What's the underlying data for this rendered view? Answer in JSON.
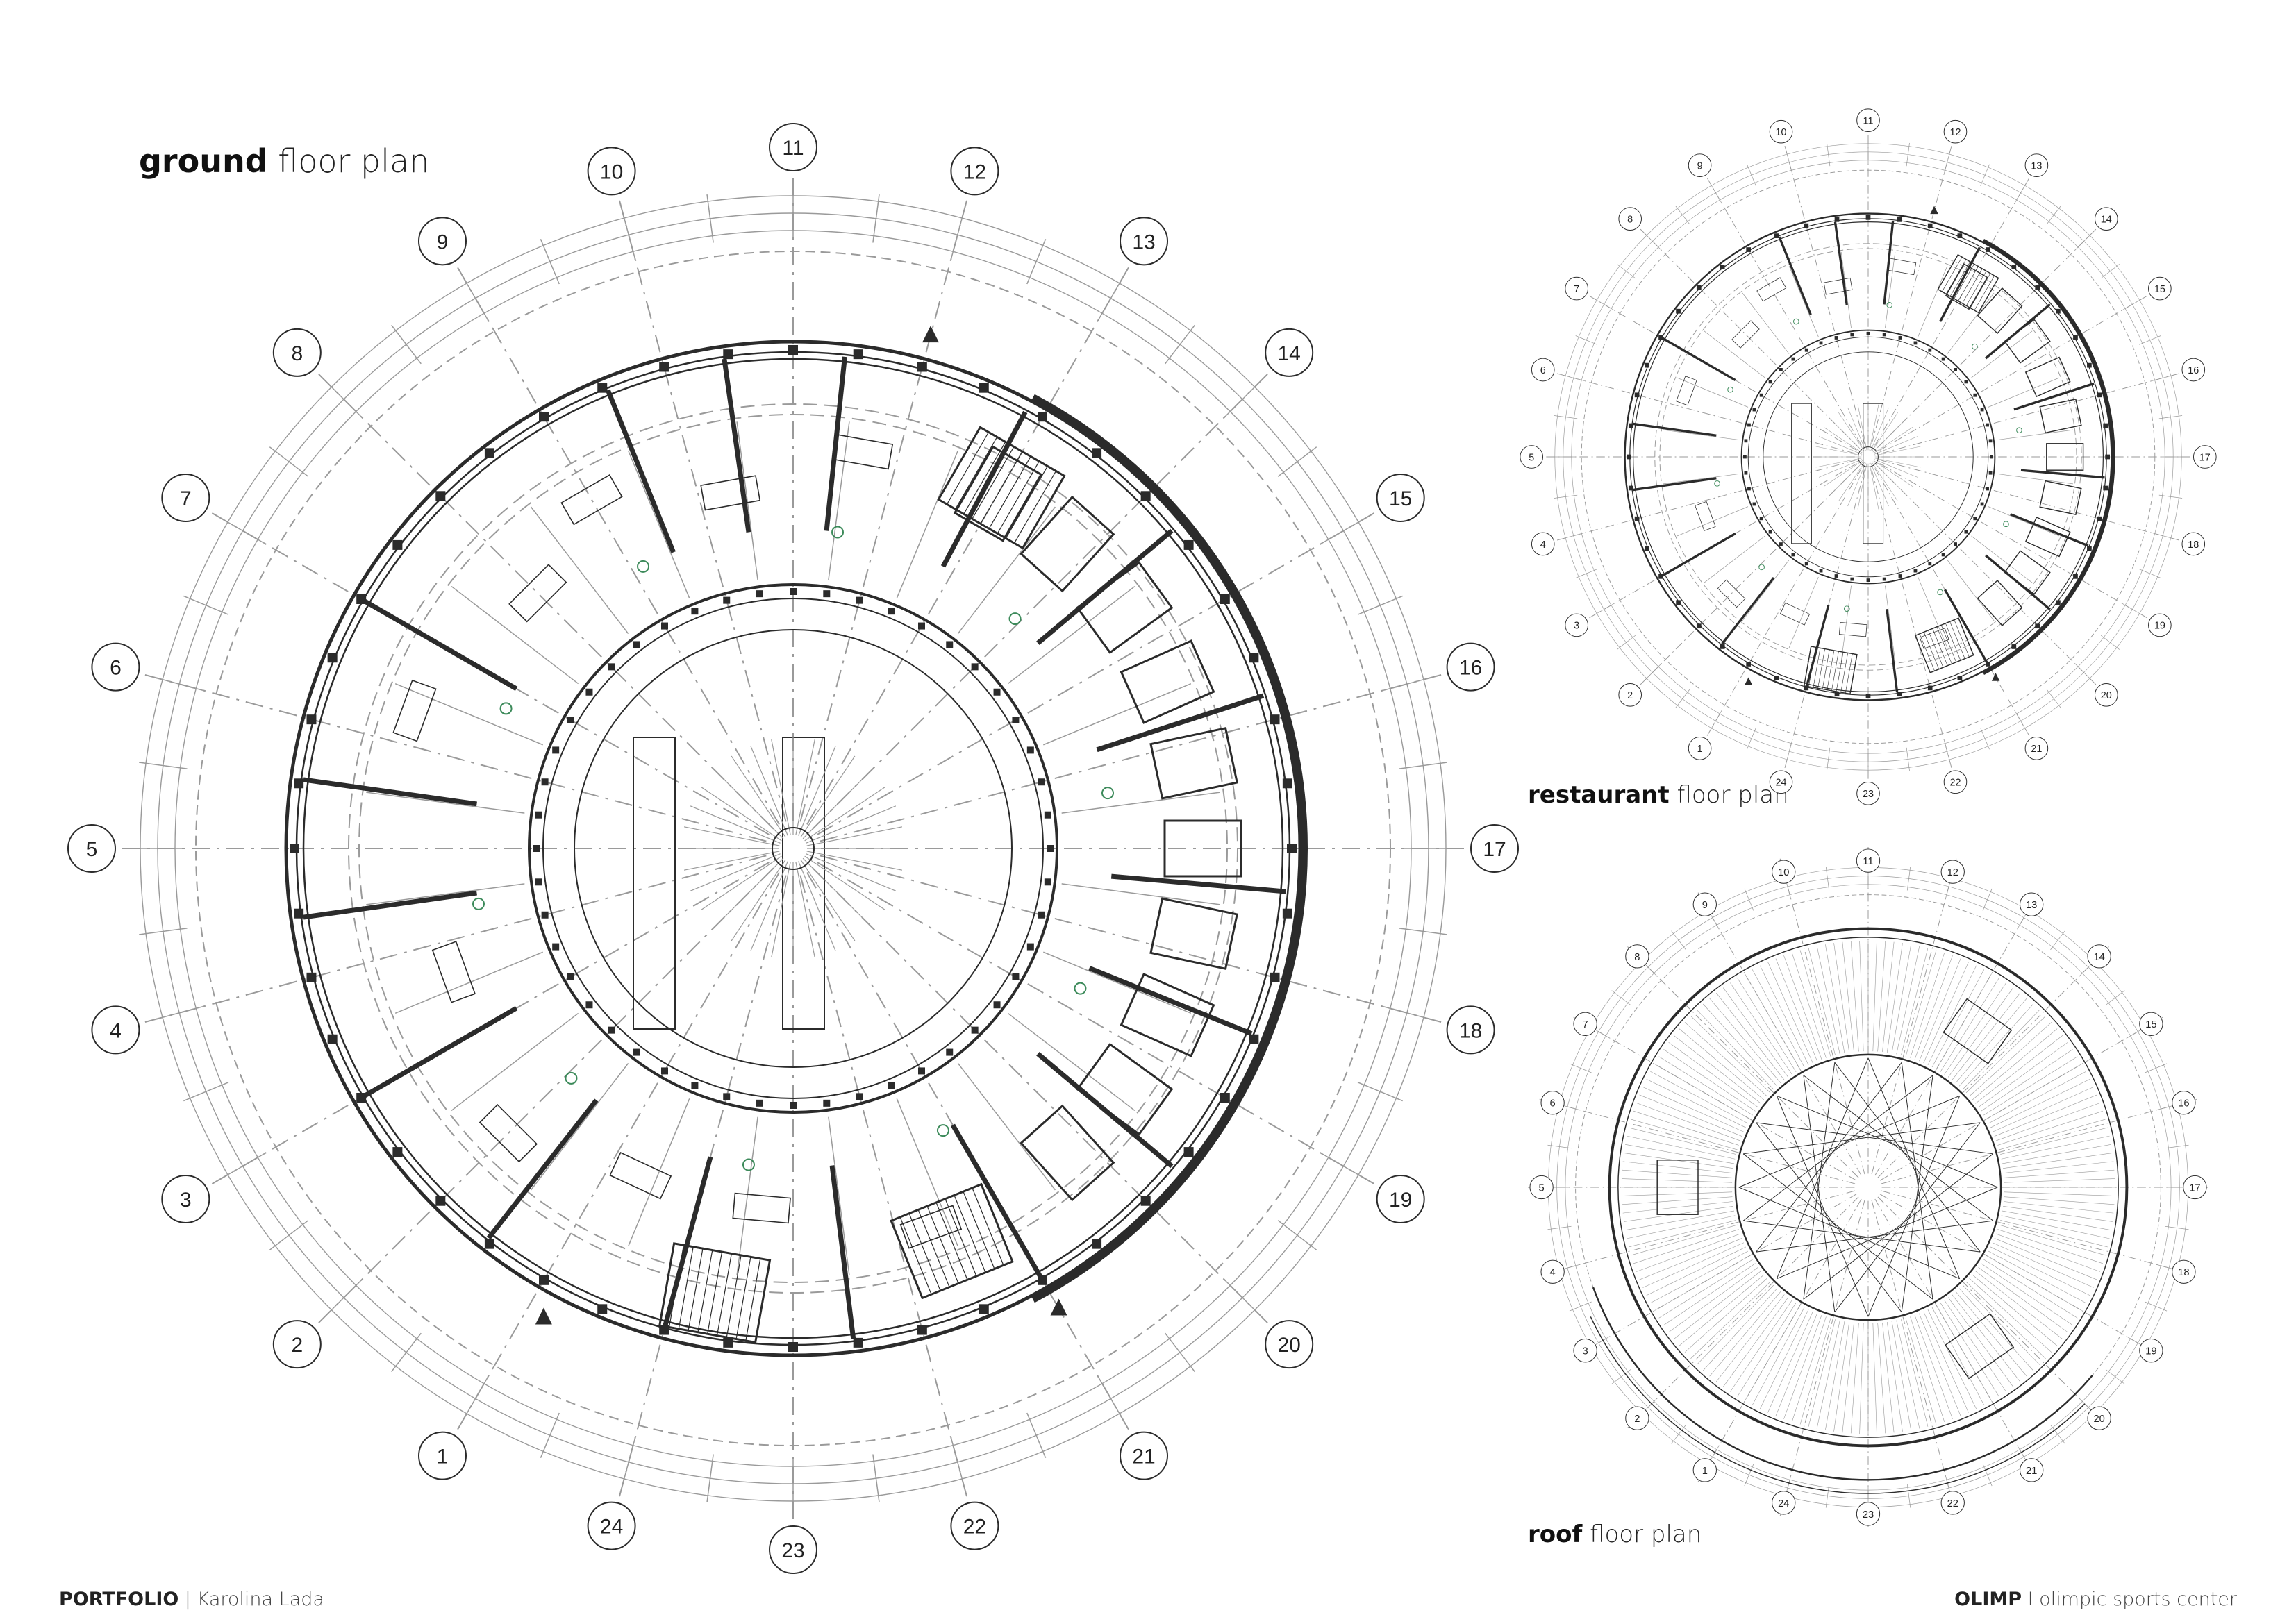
{
  "titles": {
    "ground": {
      "bold": "ground",
      "rest": " floor plan"
    },
    "restaurant": {
      "bold": "restaurant",
      "rest": " floor plan"
    },
    "roof": {
      "bold": "roof",
      "rest": " floor plan"
    }
  },
  "footer": {
    "left_bold": "PORTFOLIO",
    "left_sep": " | ",
    "left_rest": "Karolina Lada",
    "right_bold": "OLIMP",
    "right_sep": " I ",
    "right_rest": "olimpic sports center"
  },
  "axes": [
    "1",
    "2",
    "3",
    "4",
    "5",
    "6",
    "7",
    "8",
    "9",
    "10",
    "11",
    "12",
    "13",
    "14",
    "15",
    "16",
    "17",
    "18",
    "19",
    "20",
    "21",
    "22",
    "23",
    "24"
  ],
  "colors": {
    "line": "#2b2b2b",
    "light": "#9a9a9a",
    "accent": "#3c8a5a"
  }
}
